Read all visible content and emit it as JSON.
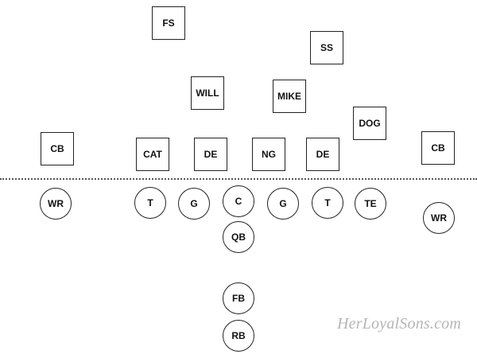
{
  "defense": {
    "fs": "FS",
    "ss": "SS",
    "will": "WILL",
    "mike": "MIKE",
    "dog": "DOG",
    "cb_left": "CB",
    "cat": "CAT",
    "de_left": "DE",
    "ng": "NG",
    "de_right": "DE",
    "cb_right": "CB"
  },
  "offense": {
    "wr_left": "WR",
    "t_left": "T",
    "g_left": "G",
    "c": "C",
    "g_right": "G",
    "t_right": "T",
    "te": "TE",
    "wr_right": "WR",
    "qb": "QB",
    "fb": "FB",
    "rb": "RB"
  },
  "watermark": "HerLoyalSons.com"
}
